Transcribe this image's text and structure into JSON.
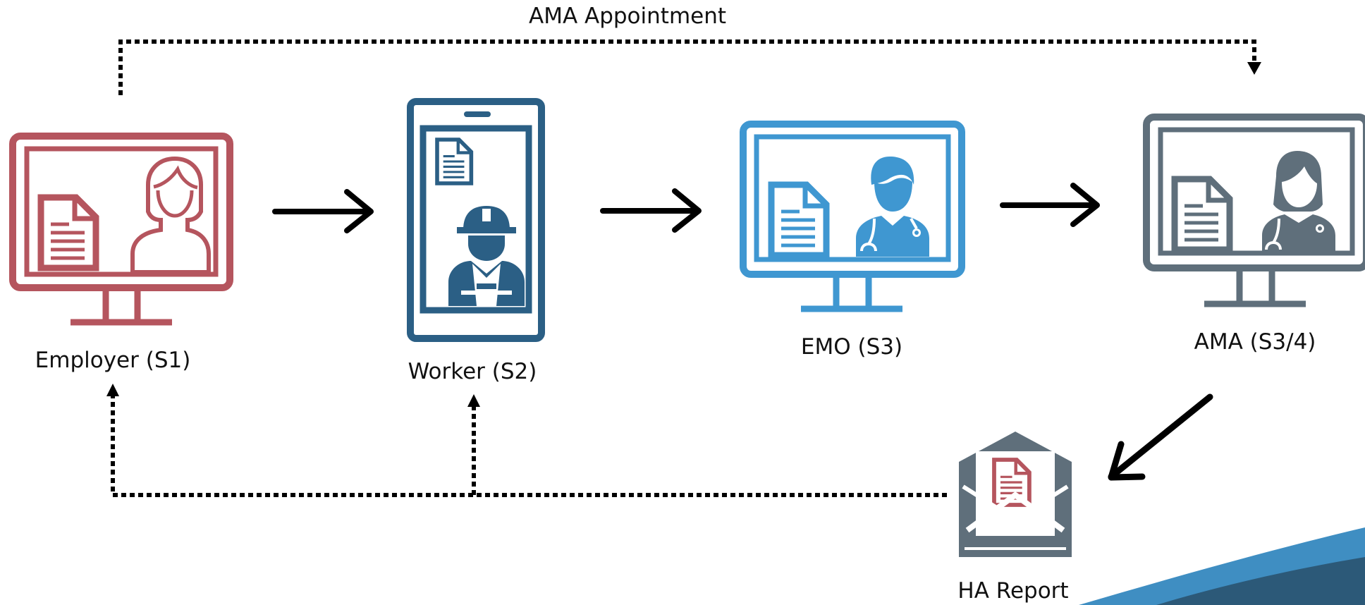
{
  "labels": {
    "appointment": "AMA Appointment",
    "employer": "Employer (S1)",
    "worker": "Worker (S2)",
    "emo": "EMO (S3)",
    "ama": "AMA (S3/4)",
    "report": "HA Report"
  },
  "icons": {
    "employer": "employer-monitor-icon",
    "worker": "worker-phone-icon",
    "emo": "emo-monitor-icon",
    "ama": "ama-monitor-icon",
    "report": "envelope-report-icon"
  },
  "colors": {
    "employer": "#b5555e",
    "worker": "#2b5f85",
    "emo": "#3f97d1",
    "ama": "#5f6f7b",
    "arrow": "#000000",
    "swoosh_dark": "#2c5978",
    "swoosh_light": "#3f8ec2"
  }
}
